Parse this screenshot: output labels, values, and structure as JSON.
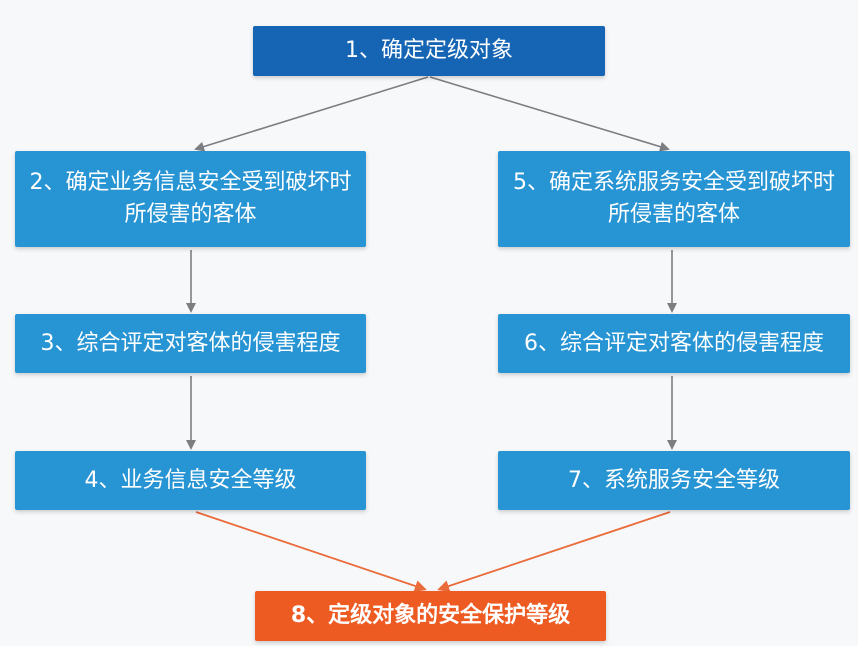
{
  "nodes": {
    "n1": "1、确定定级对象",
    "n2": "2、确定业务信息安全受到破坏时所侵害的客体",
    "n3": "3、综合评定对客体的侵害程度",
    "n4": "4、业务信息安全等级",
    "n5": "5、确定系统服务安全受到破坏时所侵害的客体",
    "n6": "6、综合评定对客体的侵害程度",
    "n7": "7、系统服务安全等级",
    "n8": "8、定级对象的安全保护等级"
  },
  "colors": {
    "top_box": "#1565b4",
    "mid_box": "#2794d4",
    "final_box": "#ed5a22",
    "arrow_gray": "#7b7d80",
    "arrow_orange": "#ea6a3a"
  }
}
